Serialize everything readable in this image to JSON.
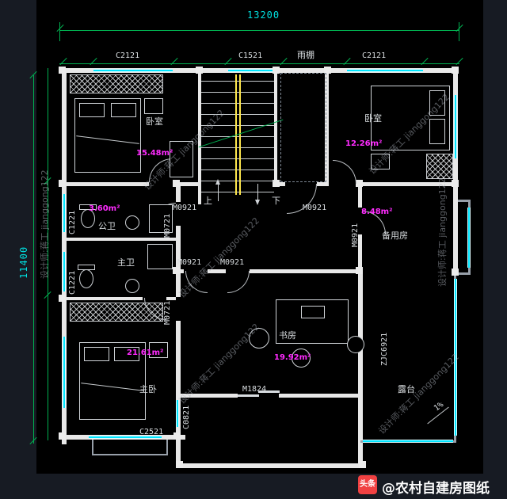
{
  "dimensions": {
    "width_label": "13200",
    "height_label": "11400"
  },
  "top_row": {
    "window_left": "C2121",
    "window_mid": "C1521",
    "canopy": "雨棚",
    "window_right": "C2121"
  },
  "window_codes": {
    "c1221_upper": "C1221",
    "c1221_lower": "C1221",
    "c2521": "C2521",
    "c0821": "C0821",
    "zjc6921": "ZJC6921"
  },
  "door_codes": {
    "m0921": "M0921",
    "m0721": "M0721",
    "m1824": "M1824"
  },
  "rooms": {
    "bedroom_top_left": {
      "name": "卧室",
      "area": "15.48m²"
    },
    "bedroom_top_right": {
      "name": "卧室",
      "area": "12.26m²"
    },
    "public_bathroom": {
      "name": "公卫",
      "area": "3.60m²"
    },
    "master_bathroom": {
      "name": "主卫"
    },
    "spare_room": {
      "name": "备用房",
      "area": "8.48m²"
    },
    "study": {
      "name": "书房",
      "area": "19.92m²"
    },
    "master_bedroom": {
      "name": "主卧",
      "area": "21.61m²"
    },
    "terrace": {
      "name": "露台",
      "slope_label": "1%"
    }
  },
  "stairs": {
    "up_label": "上",
    "down_label": "下"
  },
  "watermark_text": "设计师:蒋工 jianggong122",
  "footer": {
    "logo_text": "头条",
    "account_text": "@农村自建房图纸"
  },
  "colors": {
    "wall": "#e8e8e8",
    "window": "#00e5ff",
    "dimension_line": "#00b050",
    "dimension_text": "#00e0e0",
    "area_text": "#ff2bff",
    "background": "#000000"
  }
}
